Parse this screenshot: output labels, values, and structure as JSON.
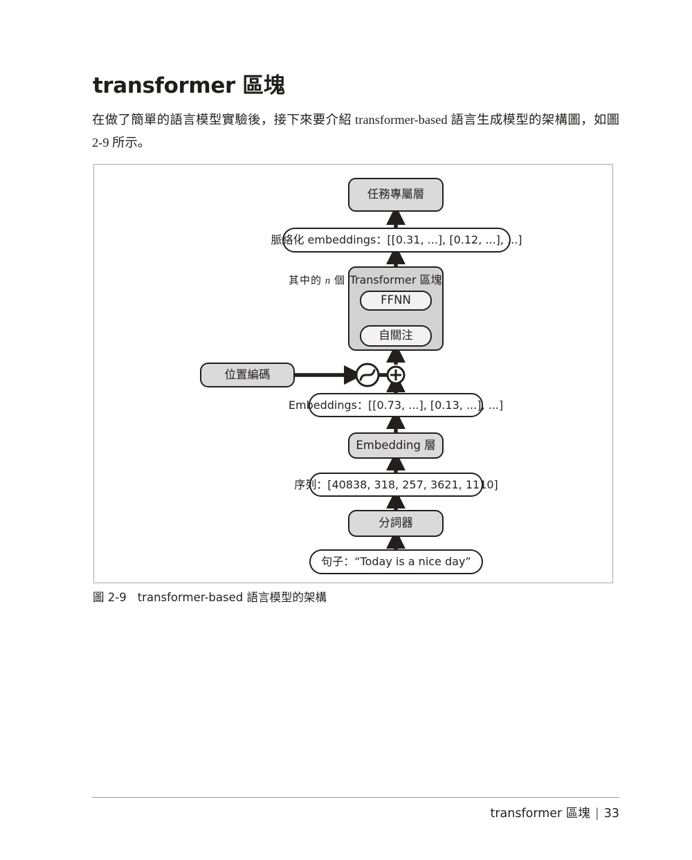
{
  "page": {
    "heading": "transformer 區塊",
    "paragraph": "在做了簡單的語言模型實驗後，接下來要介紹 transformer-based 語言生成模型的架構圖，如圖 2-9 所示。",
    "background_color": "#ffffff",
    "text_color": "#231f1e"
  },
  "figure": {
    "frame_border_color": "#a9a9a9",
    "caption_label": "圖 2-9",
    "caption_text": "transformer-based 語言模型的架構",
    "annotation_n_times_prefix": "其中的 ",
    "annotation_n_times_var": "n",
    "annotation_n_times_suffix": " 個",
    "fill_gray": "#dadada",
    "inner_fill": "#f2f2f2",
    "stroke": "#231f1e",
    "nodes": {
      "task_layer": "任務專屬層",
      "contextualized_embeddings": "脈絡化 embeddings：[[0.31, ...], [0.12, ...], ...]",
      "transformer_block": "Transformer 區塊",
      "ffnn": "FFNN",
      "self_attention": "自關注",
      "positional_encoding": "位置編碼",
      "embeddings": "Embeddings：[[0.73, ...], [0.13, ...], ...]",
      "embedding_layer": "Embedding 層",
      "sequence": "序列：[40838, 318, 257, 3621, 1110]",
      "tokenizer": "分詞器",
      "sentence": "句子：“Today is a nice day”"
    },
    "icons": {
      "sine_wave": "sine-wave-circle-icon",
      "add_operator": "circle-plus-icon",
      "flow_arrow": "up-arrow-icon"
    }
  },
  "footer": {
    "chapter_title": "transformer 區塊",
    "separator": "|",
    "page_number": "33"
  }
}
